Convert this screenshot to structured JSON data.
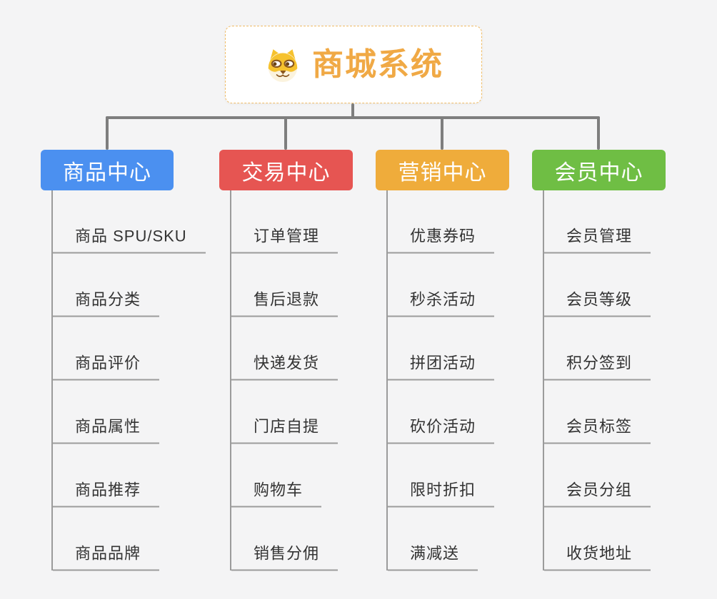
{
  "root": {
    "title": "商城系统",
    "icon": "shiba-dog-icon",
    "title_color": "#f0a945",
    "card_border_color": "#f0bc66",
    "card_background": "#ffffff"
  },
  "colors": {
    "background": "#f4f4f5",
    "connector": "#7e7e7e",
    "leaf_line": "#9b9b9b",
    "leaf_text": "#333333",
    "branch_text": "#ffffff"
  },
  "branches": [
    {
      "label": "商品中心",
      "color": "#4b90f0",
      "items": [
        "商品 SPU/SKU",
        "商品分类",
        "商品评价",
        "商品属性",
        "商品推荐",
        "商品品牌"
      ]
    },
    {
      "label": "交易中心",
      "color": "#e65552",
      "items": [
        "订单管理",
        "售后退款",
        "快递发货",
        "门店自提",
        "购物车",
        "销售分佣"
      ]
    },
    {
      "label": "营销中心",
      "color": "#efac3b",
      "items": [
        "优惠券码",
        "秒杀活动",
        "拼团活动",
        "砍价活动",
        "限时折扣",
        "满减送"
      ]
    },
    {
      "label": "会员中心",
      "color": "#6fbe44",
      "items": [
        "会员管理",
        "会员等级",
        "积分签到",
        "会员标签",
        "会员分组",
        "收货地址"
      ]
    }
  ]
}
